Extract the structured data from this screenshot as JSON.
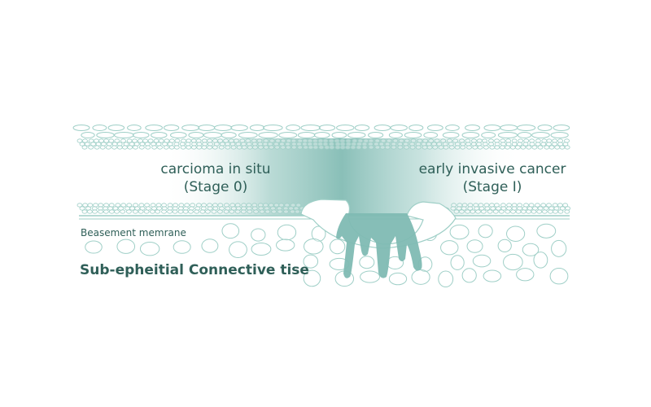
{
  "colors": {
    "outline": "#9fcfc7",
    "tumor": "#7fbab3",
    "text": "#2f5f58",
    "glow": "#8cc4bc"
  },
  "labels": {
    "cis_line1": "carcioma in situ",
    "cis_line2": "(Stage 0)",
    "invasive_line1": "early invasive cancer",
    "invasive_line2": "(Stage I)",
    "basement": "Beasement memrane",
    "connective": "Sub-epheitial Connective tise"
  }
}
